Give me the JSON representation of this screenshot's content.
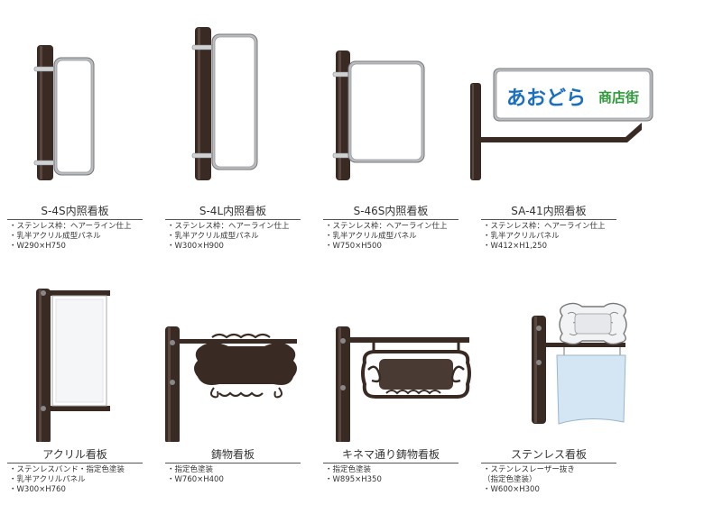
{
  "products": [
    {
      "title": "S-4S内照看板",
      "specs": [
        "・ステンレス枠：ヘアーライン仕上",
        "・乳半アクリル成型パネル",
        "・W290×H750"
      ]
    },
    {
      "title": "S-4L内照看板",
      "specs": [
        "・ステンレス枠：ヘアーライン仕上",
        "・乳半アクリル成型パネル",
        "・W300×H900"
      ]
    },
    {
      "title": "S-46S内照看板",
      "specs": [
        "・ステンレス枠：ヘアーライン仕上",
        "・乳半アクリル成型パネル",
        "・W750×H500"
      ]
    },
    {
      "title": "SA-41内照看板",
      "specs": [
        "・ステンレス枠：ヘアーライン仕上",
        "・乳半アクリルパネル",
        "・W412×H1,250"
      ],
      "sign_text_main": "あおどら",
      "sign_text_sub": "商店街"
    },
    {
      "title": "アクリル看板",
      "specs": [
        "・ステンレスバンド・指定色塗装",
        "・乳半アクリルパネル",
        "・W300×H760"
      ]
    },
    {
      "title": "鋳物看板",
      "specs": [
        "・指定色塗装",
        "・W760×H400"
      ]
    },
    {
      "title": "キネマ通り鋳物看板",
      "specs": [
        "・指定色塗装",
        "・W895×H350"
      ]
    },
    {
      "title": "ステンレス看板",
      "specs": [
        "・ステンレスレーザー抜き",
        "（指定色塗装）",
        "・W600×H300"
      ]
    }
  ],
  "colors": {
    "pole": "#3a2a24",
    "frame": "#b9bcc0",
    "panel": "#ffffff",
    "accent_blue": "#1b6fc0",
    "accent_green": "#2e9a3a"
  }
}
